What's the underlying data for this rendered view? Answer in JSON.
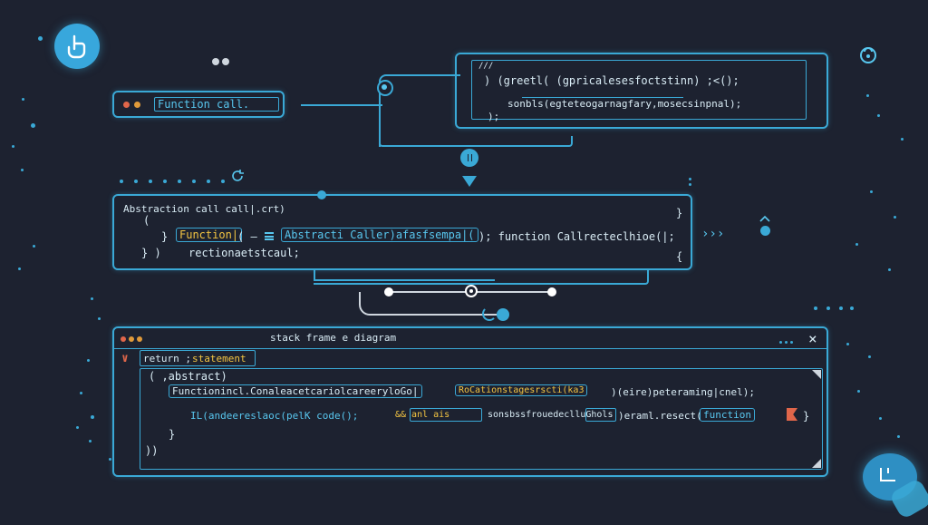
{
  "colors": {
    "background": "#1d2230",
    "accent": "#3aa9d6",
    "highlight": "#f4c542",
    "window_red": "#e0664a",
    "window_orange": "#e09a3a"
  },
  "top_code": {
    "comment": "///",
    "line1": ") (greetl( (gpricalesesfoctstinn) ;<();",
    "line2": "sonbls(egteteogarnagfary,mosecsinpnal);",
    "line3": ");"
  },
  "function_call": {
    "label": "Function call."
  },
  "middle_panel": {
    "line1": "Abstraction call call|.crt)",
    "line1_end": "}",
    "line2": "(",
    "line3_prefix": "}",
    "line3_box1": "Function|",
    "line3_mid": "( —",
    "line3_box2": "Abstracti Caller)afasfsempa|(",
    "line3_rest": "); function Callrecteclhioe(|;",
    "line4_prefix": "} )",
    "line4": "rectionaetstcaul;",
    "line4_end": "{",
    "arrow_right": "›››"
  },
  "stack_frame": {
    "title": "stack frame e diagram",
    "close": "×",
    "tab_label": "return ;",
    "tab_highlight": "statement",
    "line1": "( ,abstract)",
    "line2_box": "Functionincl.ConaleacetcariolcareeryloGo|",
    "line2_box2": "RoCationstagesrscti(ka3",
    "line2_rest": ")(eire)peteraming|cnel);",
    "line3_start": "IL(andeereslaoc(pelK code();",
    "line3_box": "&&  anl ais",
    "line3_mid": "sonsbssfrouedeclluGhols",
    "line3_rest": ")eraml.resect(",
    "line3_box2": "function",
    "line3_end": "}",
    "line4": "}",
    "line5": "))",
    "chevron": "∨"
  },
  "icons": {
    "top_left": "pointer-hand-icon",
    "top_right": "lock-icon",
    "bottom_right": "bookmark-icon"
  }
}
